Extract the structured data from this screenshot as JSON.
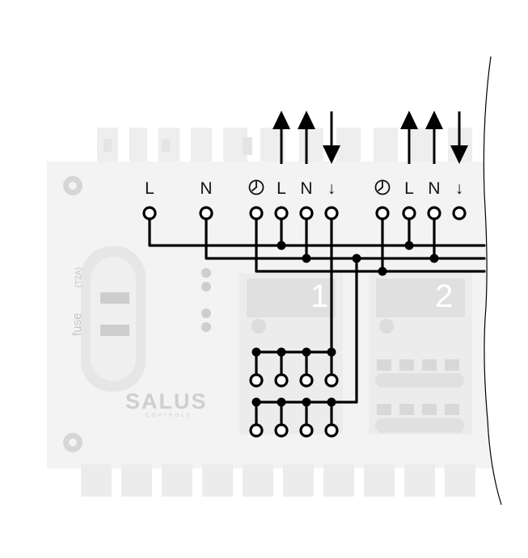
{
  "terminal_labels": {
    "live": "L",
    "neutral": "N",
    "zone1": {
      "live": "L",
      "neutral": "N",
      "output": "↓"
    },
    "zone2": {
      "live": "L",
      "neutral": "N",
      "output": "↓"
    }
  },
  "icons": {
    "clock": "clock-icon",
    "arrow_up": "arrow-up-icon",
    "arrow_down": "arrow-down-icon"
  },
  "board": {
    "brand": "SALUS",
    "brand_sub": "CONTROLS",
    "fuse_label": "fuse",
    "fuse_rating": "(T2A)",
    "module_1": "1",
    "module_2": "2"
  },
  "colors": {
    "wire": "#000000",
    "board_light": "#f0f0f0",
    "board_mid": "#e2e2e2",
    "board_dark": "#c8c8c8"
  }
}
